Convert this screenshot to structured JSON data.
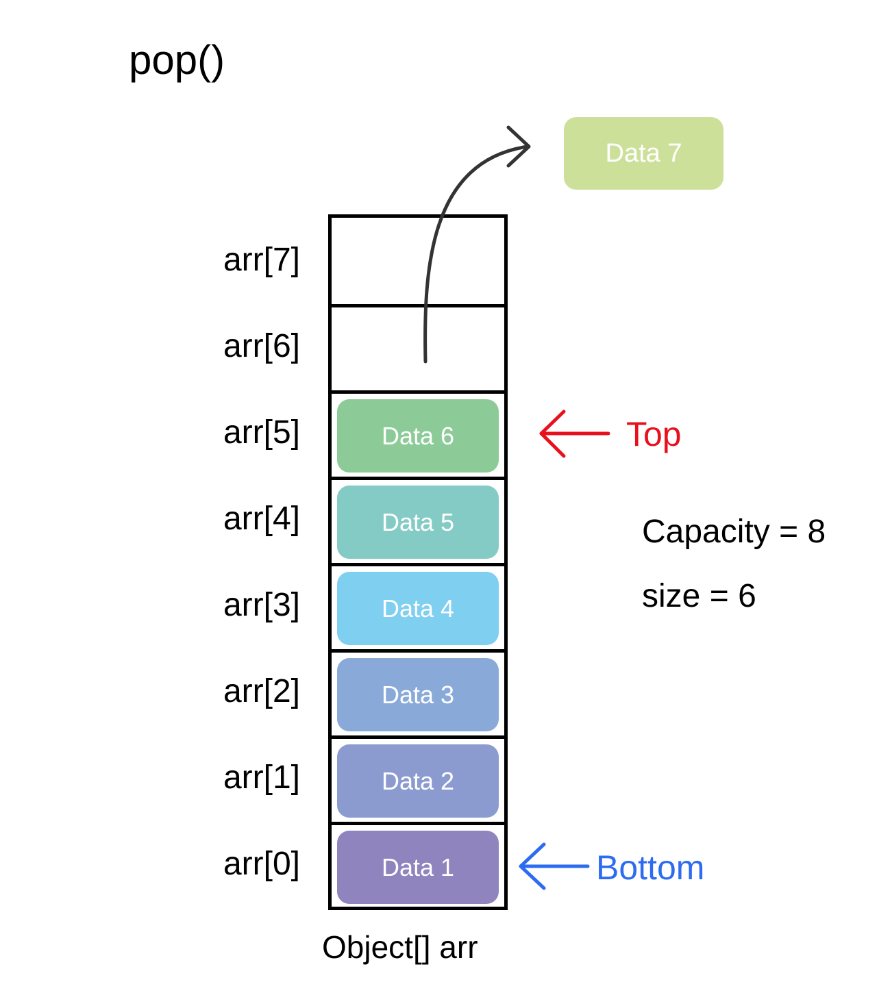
{
  "title": "pop()",
  "popped_item": {
    "label": "Data 7",
    "color": "#cde09a"
  },
  "stack": {
    "caption": "Object[] arr",
    "slots": [
      {
        "index_label": "arr[7]",
        "data": null,
        "color": null
      },
      {
        "index_label": "arr[6]",
        "data": null,
        "color": null
      },
      {
        "index_label": "arr[5]",
        "data": "Data 6",
        "color": "#8ccb97"
      },
      {
        "index_label": "arr[4]",
        "data": "Data 5",
        "color": "#84cbc6"
      },
      {
        "index_label": "arr[3]",
        "data": "Data 4",
        "color": "#7fcff1"
      },
      {
        "index_label": "arr[2]",
        "data": "Data 3",
        "color": "#89aad9"
      },
      {
        "index_label": "arr[1]",
        "data": "Data 2",
        "color": "#8b9bcf"
      },
      {
        "index_label": "arr[0]",
        "data": "Data 1",
        "color": "#8f84bd"
      }
    ]
  },
  "pointers": {
    "top": {
      "label": "Top",
      "color": "#e8101c"
    },
    "bottom": {
      "label": "Bottom",
      "color": "#2d6cf0"
    }
  },
  "info": {
    "capacity": "Capacity = 8",
    "size": "size = 6"
  }
}
